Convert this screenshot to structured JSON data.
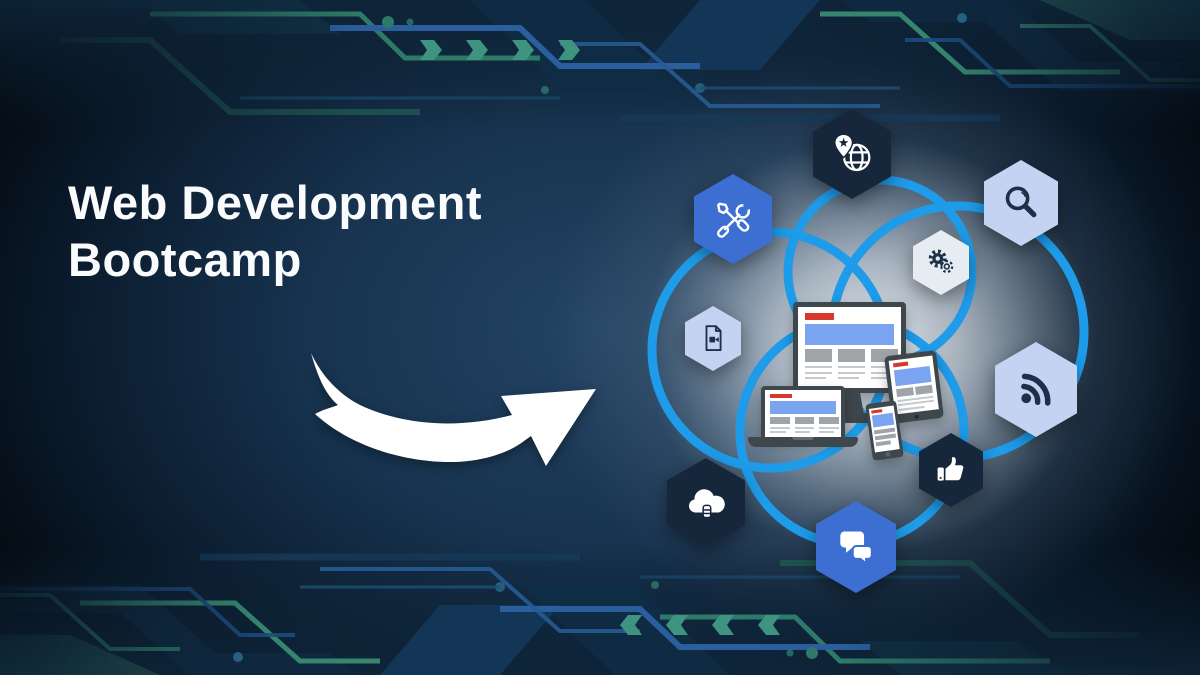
{
  "title": {
    "line1": "Web Development",
    "line2": "Bootcamp"
  },
  "colors": {
    "background": "#000000",
    "background_navy": "#1C3A58",
    "glow": "#ECF0F4",
    "ring_blue": "#1E9BE9",
    "hexagon_bright_blue": "#3D6ED2",
    "hexagon_light_blue": "#C4D3F2",
    "hexagon_pale": "#E7ECF3",
    "hexagon_dark_navy": "#16273C",
    "icon_on_light": "#1C3048",
    "icon_on_dark": "#FFFFFF",
    "device_frame_gray": "#3E474B",
    "screen_chip_red": "#D8382C",
    "screen_banner_blue": "#7AA4F0",
    "screen_block_gray": "#9FA4A9",
    "arrow_white": "#FFFFFF",
    "circuit_teal": "#2E7A68",
    "circuit_green": "#3E9480",
    "circuit_blue": "#2B5E9C"
  },
  "illustration": {
    "hexagon_icons": [
      {
        "name": "globe-pin-icon",
        "style": "dark-navy"
      },
      {
        "name": "search-icon",
        "style": "light-blue"
      },
      {
        "name": "tools-icon",
        "style": "bright-blue"
      },
      {
        "name": "gears-icon",
        "style": "pale"
      },
      {
        "name": "video-file-icon",
        "style": "light-blue"
      },
      {
        "name": "rss-feed-icon",
        "style": "light-blue"
      },
      {
        "name": "cloud-database-icon",
        "style": "dark-navy"
      },
      {
        "name": "thumbs-up-icon",
        "style": "dark-navy"
      },
      {
        "name": "chat-bubbles-icon",
        "style": "bright-blue"
      }
    ],
    "devices": [
      "desktop-monitor",
      "laptop",
      "tablet",
      "smartphone"
    ],
    "decorations": [
      "curved-arrow-right",
      "connection-rings",
      "circuit-pattern-top",
      "circuit-pattern-bottom",
      "radial-glow"
    ]
  }
}
